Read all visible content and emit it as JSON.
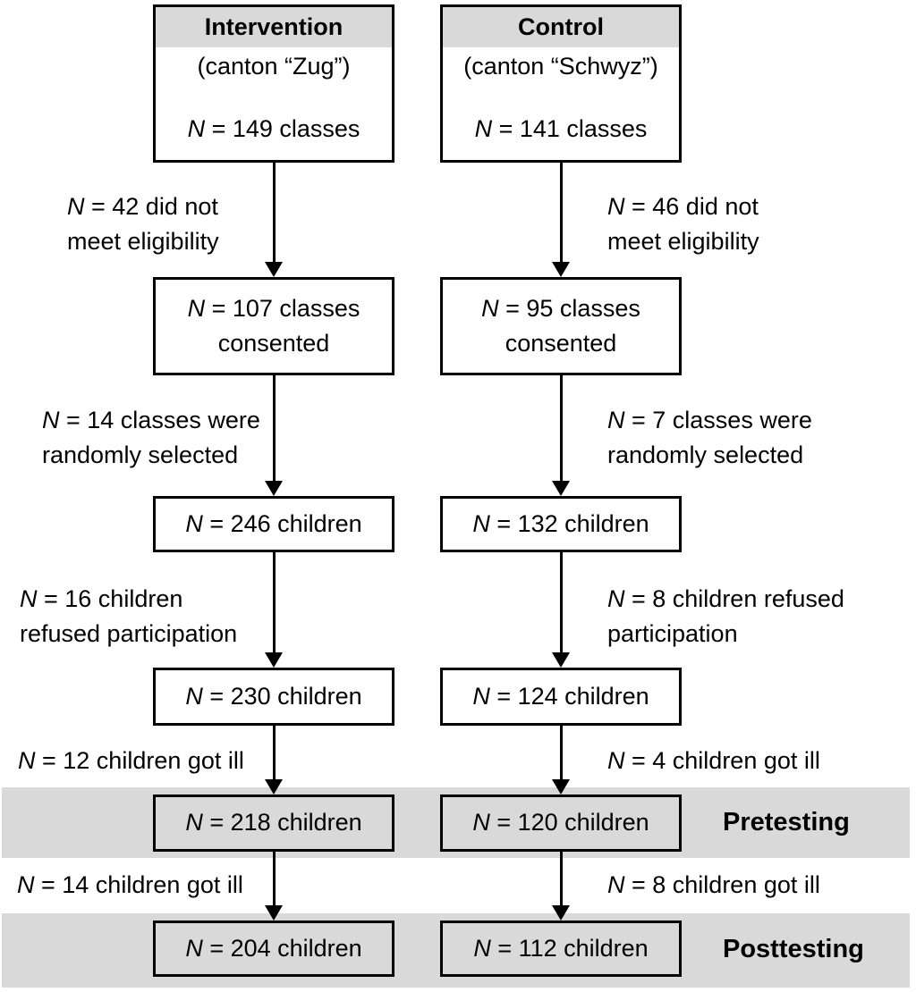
{
  "columns": [
    {
      "key": "intervention",
      "header": {
        "title": "Intervention",
        "subtitle": "(canton “Zug”)",
        "n_sym": "N",
        "n_rest": " = 149 classes"
      },
      "side_labels": [
        {
          "sym": "N",
          "rest": " = 42 did not\nmeet eligibility"
        },
        {
          "sym": "N",
          "rest": " = 14 classes were\nrandomly selected"
        },
        {
          "sym": "N",
          "rest": " = 16 children\nrefused participation"
        },
        {
          "sym": "N",
          "rest": " = 12 children got ill"
        },
        {
          "sym": "N",
          "rest": " = 14 children got ill"
        }
      ],
      "boxes": [
        {
          "sym": "N",
          "rest": " = 107 classes\nconsented"
        },
        {
          "sym": "N",
          "rest": " = 246 children"
        },
        {
          "sym": "N",
          "rest": " = 230 children"
        },
        {
          "sym": "N",
          "rest": " = 218 children"
        },
        {
          "sym": "N",
          "rest": " = 204 children"
        }
      ]
    },
    {
      "key": "control",
      "header": {
        "title": "Control",
        "subtitle": "(canton “Schwyz”)",
        "n_sym": "N",
        "n_rest": " = 141 classes"
      },
      "side_labels": [
        {
          "sym": "N",
          "rest": " = 46 did not\nmeet eligibility"
        },
        {
          "sym": "N",
          "rest": " = 7 classes were\nrandomly selected"
        },
        {
          "sym": "N",
          "rest": " = 8 children refused\nparticipation"
        },
        {
          "sym": "N",
          "rest": " = 4 children got ill"
        },
        {
          "sym": "N",
          "rest": " = 8 children got ill"
        }
      ],
      "boxes": [
        {
          "sym": "N",
          "rest": " = 95 classes\nconsented"
        },
        {
          "sym": "N",
          "rest": " = 132 children"
        },
        {
          "sym": "N",
          "rest": " = 124 children"
        },
        {
          "sym": "N",
          "rest": " = 120 children"
        },
        {
          "sym": "N",
          "rest": " = 112 children"
        }
      ]
    }
  ],
  "stages": [
    {
      "label": "Pretesting"
    },
    {
      "label": "Posttesting"
    }
  ],
  "colors": {
    "band": "#d9d9d9",
    "box_border": "#000000",
    "text": "#000000",
    "background": "#ffffff"
  }
}
